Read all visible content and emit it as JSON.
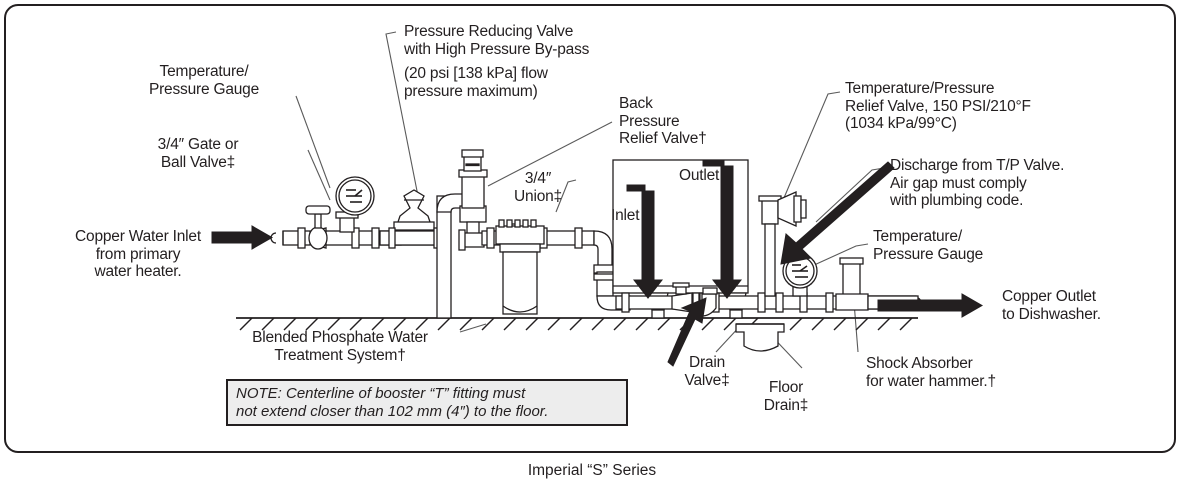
{
  "diagram": {
    "caption": "Imperial “S” Series",
    "note": {
      "line1": "NOTE: Centerline of booster “T” fitting must",
      "line2": "not extend closer than 102 mm (4″) to the floor."
    },
    "labels": {
      "temp_pressure_gauge_left": "Temperature/\nPressure Gauge",
      "gate_ball_valve": "3/4″ Gate or\nBall Valve‡",
      "pressure_reducing_valve": "Pressure Reducing Valve\nwith High Pressure By-pass",
      "pressure_reducing_valve_spec": "(20 psi [138 kPa] flow\npressure maximum)",
      "back_pressure_relief_valve": "Back\nPressure\nRelief Valve†",
      "union": "3/4″\nUnion‡",
      "copper_water_inlet": "Copper Water Inlet\nfrom primary\nwater heater.",
      "blended_phosphate": "Blended Phosphate Water\nTreatment System†",
      "inlet": "Inlet",
      "outlet": "Outlet",
      "tp_relief_valve": "Temperature/Pressure\nRelief Valve, 150 PSI/210°F\n(1034 kPa/99°C)",
      "discharge_tp_valve": "Discharge from T/P Valve.\nAir gap must comply\nwith plumbing code.",
      "temp_pressure_gauge_right": "Temperature/\nPressure Gauge",
      "copper_outlet": "Copper Outlet\nto Dishwasher.",
      "drain_valve": "Drain\nValve‡",
      "floor_drain": "Floor\nDrain‡",
      "shock_absorber": "Shock Absorber\nfor water hammer.†"
    },
    "colors": {
      "ink": "#231f20",
      "note_fill": "#ededed",
      "paper": "#ffffff"
    }
  }
}
